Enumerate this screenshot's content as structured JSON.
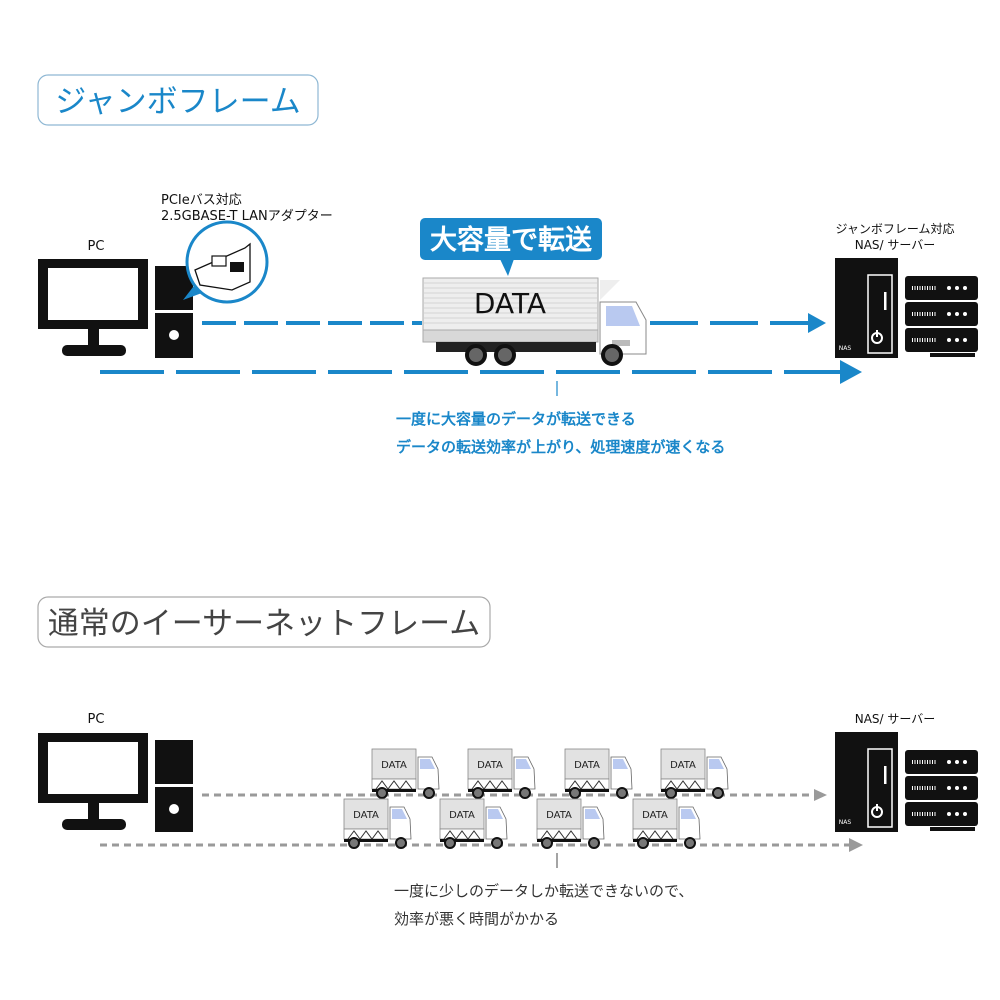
{
  "colors": {
    "accent": "#1a87c9",
    "dark": "#111111",
    "gray_line": "#9a9a9a",
    "text_gray": "#444444"
  },
  "jumbo": {
    "title": "ジャンボフレーム",
    "pc_label": "PC",
    "adapter_label_1": "PCIeバス対応",
    "adapter_label_2": "2.5GBASE-T LANアダプター",
    "bubble": "大容量で転送",
    "truck_label": "DATA",
    "nas_label_1": "ジャンボフレーム対応",
    "nas_label_2": "NAS/ サーバー",
    "nas_badge": "NAS",
    "desc_1": "一度に大容量のデータが転送できる",
    "desc_2": "データの転送効率が上がり、処理速度が速くなる"
  },
  "normal": {
    "title": "通常のイーサーネットフレーム",
    "pc_label": "PC",
    "nas_label": "NAS/ サーバー",
    "nas_badge": "NAS",
    "trucks": [
      "DATA",
      "DATA",
      "DATA",
      "DATA",
      "DATA",
      "DATA",
      "DATA",
      "DATA"
    ],
    "desc_1": "一度に少しのデータしか転送できないので、",
    "desc_2": "効率が悪く時間がかかる"
  }
}
